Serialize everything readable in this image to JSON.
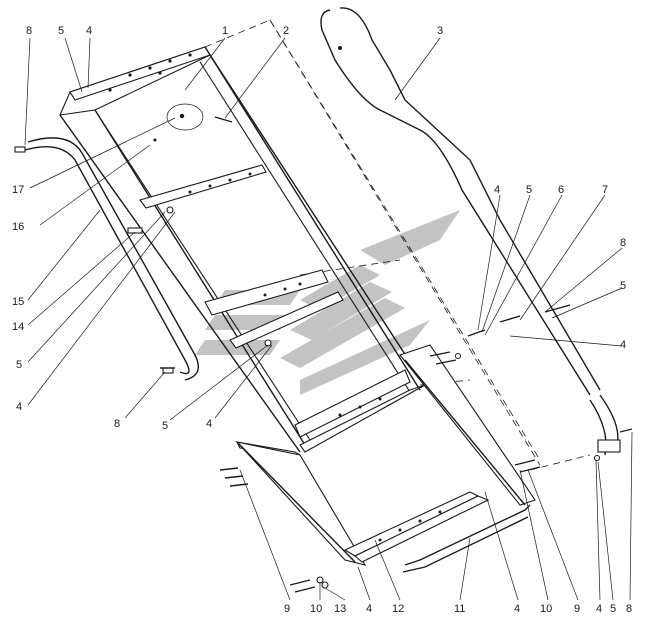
{
  "callouts": [
    {
      "id": "c-8-top-left",
      "text": "8"
    },
    {
      "id": "c-5-top",
      "text": "5"
    },
    {
      "id": "c-4-top",
      "text": "4"
    },
    {
      "id": "c-1",
      "text": "1"
    },
    {
      "id": "c-2",
      "text": "2"
    },
    {
      "id": "c-3",
      "text": "3"
    },
    {
      "id": "c-17",
      "text": "17"
    },
    {
      "id": "c-16",
      "text": "16"
    },
    {
      "id": "c-15",
      "text": "15"
    },
    {
      "id": "c-14",
      "text": "14"
    },
    {
      "id": "c-5-left",
      "text": "5"
    },
    {
      "id": "c-4-left",
      "text": "4"
    },
    {
      "id": "c-8-mid-left",
      "text": "8"
    },
    {
      "id": "c-5-mid",
      "text": "5"
    },
    {
      "id": "c-4-mid",
      "text": "4"
    },
    {
      "id": "c-4-right",
      "text": "4"
    },
    {
      "id": "c-5-right",
      "text": "5"
    },
    {
      "id": "c-6",
      "text": "6"
    },
    {
      "id": "c-7",
      "text": "7"
    },
    {
      "id": "c-8-right",
      "text": "8"
    },
    {
      "id": "c-5-far-right",
      "text": "5"
    },
    {
      "id": "c-4-far-right",
      "text": "4"
    },
    {
      "id": "c-9-bottom",
      "text": "9"
    },
    {
      "id": "c-10-bottom",
      "text": "10"
    },
    {
      "id": "c-13",
      "text": "13"
    },
    {
      "id": "c-4-bottom-a",
      "text": "4"
    },
    {
      "id": "c-12",
      "text": "12"
    },
    {
      "id": "c-11",
      "text": "11"
    },
    {
      "id": "c-4-bottom-b",
      "text": "4"
    },
    {
      "id": "c-10-bottom-right",
      "text": "10"
    },
    {
      "id": "c-9-bottom-right",
      "text": "9"
    },
    {
      "id": "c-4-br",
      "text": "4"
    },
    {
      "id": "c-5-br",
      "text": "5"
    },
    {
      "id": "c-8-br",
      "text": "8"
    }
  ]
}
